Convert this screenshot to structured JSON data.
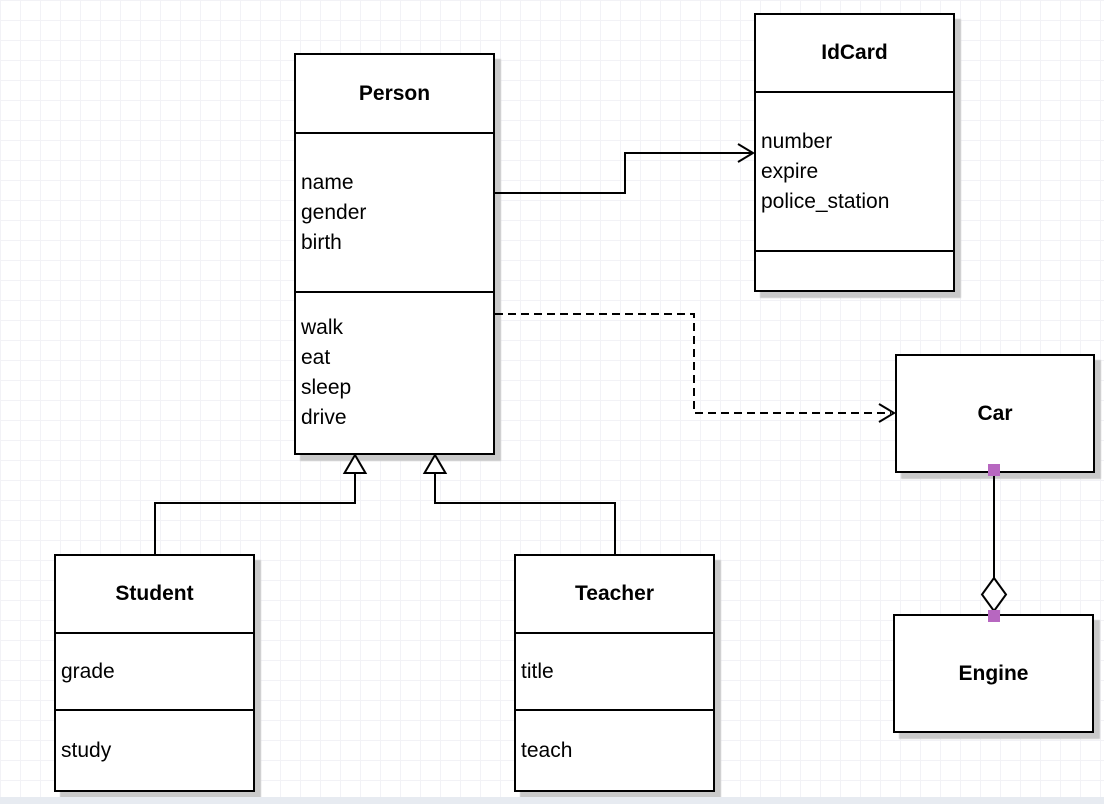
{
  "canvas": {
    "background": "#ffffff",
    "grid_line_color": "#f2f2f6",
    "bottom_strip_color": "#e7ebf1"
  },
  "colors": {
    "box_fill": "#ffffff",
    "box_border": "#000000",
    "shadow": "#c9c9c9",
    "connector": "#000000",
    "endpoint_handle": "#b767c0"
  },
  "classes": {
    "person": {
      "title": "Person",
      "attributes": [
        "name",
        "gender",
        "birth"
      ],
      "methods": [
        "walk",
        "eat",
        "sleep",
        "drive"
      ]
    },
    "idcard": {
      "title": "IdCard",
      "attributes": [
        "number",
        "expire",
        "police_station"
      ],
      "methods": []
    },
    "car": {
      "title": "Car"
    },
    "engine": {
      "title": "Engine"
    },
    "student": {
      "title": "Student",
      "attributes": [
        "grade"
      ],
      "methods": [
        "study"
      ]
    },
    "teacher": {
      "title": "Teacher",
      "attributes": [
        "title"
      ],
      "methods": [
        "teach"
      ]
    }
  },
  "relationships": [
    {
      "from": "Person",
      "to": "IdCard",
      "type": "association",
      "line": "solid",
      "marker": "open-arrow"
    },
    {
      "from": "Person",
      "to": "Car",
      "type": "dependency",
      "line": "dashed",
      "marker": "open-arrow"
    },
    {
      "from": "Student",
      "to": "Person",
      "type": "generalization",
      "line": "solid",
      "marker": "hollow-triangle"
    },
    {
      "from": "Teacher",
      "to": "Person",
      "type": "generalization",
      "line": "solid",
      "marker": "hollow-triangle"
    },
    {
      "from": "Car",
      "to": "Engine",
      "type": "aggregation",
      "line": "solid",
      "marker": "hollow-diamond"
    }
  ]
}
